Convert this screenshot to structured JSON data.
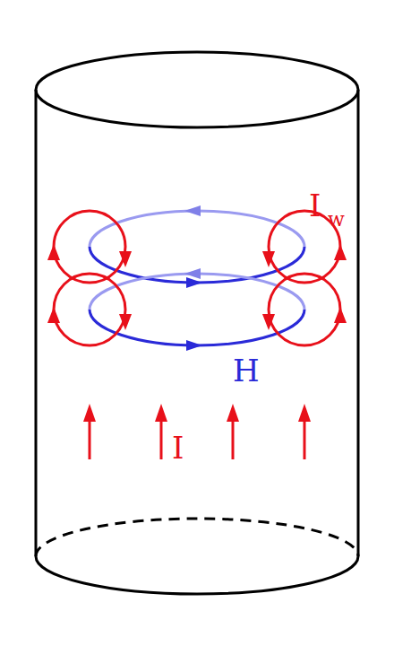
{
  "diagram": {
    "labels": [
      "I",
      "w",
      "H",
      "I"
    ]
  }
}
